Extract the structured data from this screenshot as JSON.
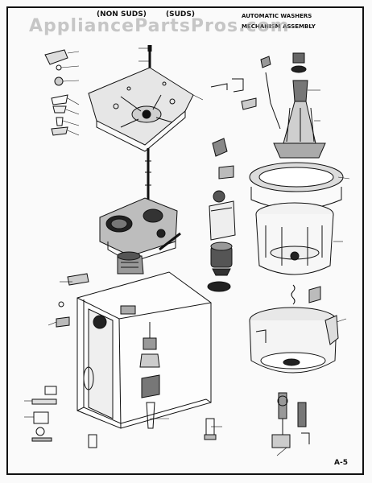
{
  "header": {
    "col_non_suds": "(NON SUDS)",
    "col_suds": "(SUDS)",
    "title_line1": "AUTOMATIC WASHERS",
    "title_line2": "MECHANISM ASSEMBLY"
  },
  "watermark": "AppliancePartsPros.com",
  "plate_number": "A-5"
}
